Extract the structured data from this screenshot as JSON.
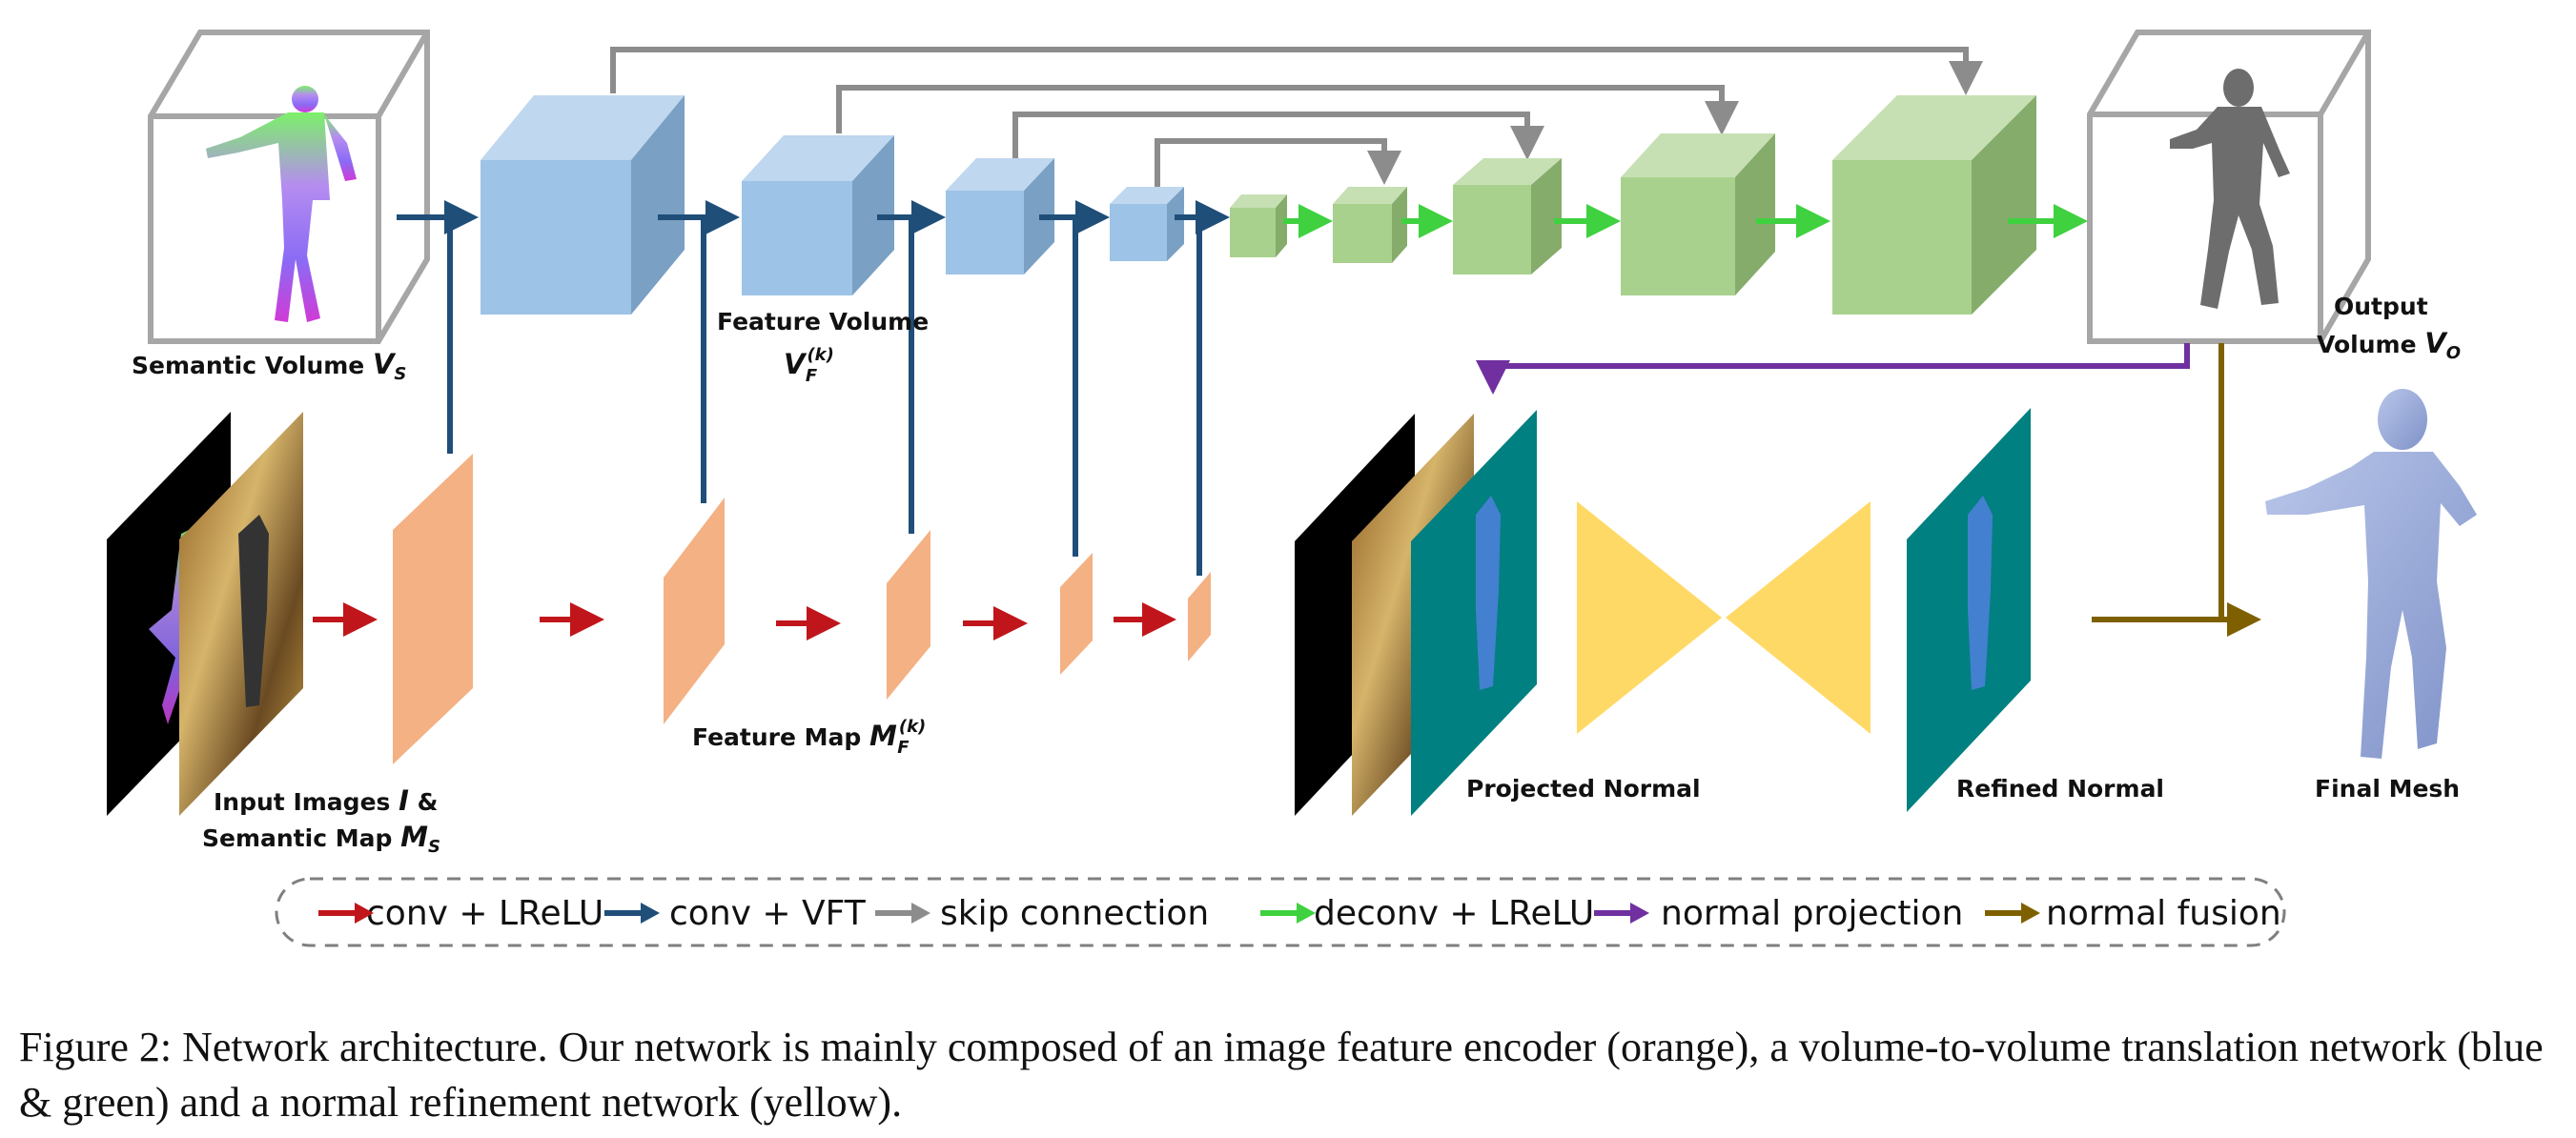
{
  "labels": {
    "semantic_volume": "Semantic Volume ",
    "semantic_volume_math": "V",
    "semantic_volume_sub": "S",
    "feature_volume": "Feature Volume",
    "feature_volume_math": "V",
    "feature_volume_sub": "F",
    "feature_volume_sup": "(k)",
    "output_volume_1": "Output",
    "output_volume_2": "Volume ",
    "output_volume_math": "V",
    "output_volume_sub": "O",
    "input_images_1": "Input Images ",
    "input_images_math": "I",
    "input_images_amp": " &",
    "semantic_map": "Semantic Map ",
    "semantic_map_math": "M",
    "semantic_map_sub": "S",
    "feature_map": "Feature Map ",
    "feature_map_math": "M",
    "feature_map_sub": "F",
    "feature_map_sup": "(k)",
    "projected_normal": "Projected Normal",
    "refined_normal": "Refined  Normal",
    "final_mesh": "Final Mesh"
  },
  "legend": [
    {
      "label": "conv + LReLU",
      "color": "#c0161b"
    },
    {
      "label": "conv + VFT",
      "color": "#1f4e79"
    },
    {
      "label": "skip connection",
      "color": "#8c8c8c"
    },
    {
      "label": "deconv + LReLU",
      "color": "#3fd13f"
    },
    {
      "label": "normal projection",
      "color": "#7030a0"
    },
    {
      "label": "normal fusion",
      "color": "#7f6000"
    }
  ],
  "colors": {
    "encoder": "#f4b183",
    "volume_blue": "#9dc3e6",
    "volume_green": "#a9d18e",
    "refine": "#ffd966",
    "normal_map": "#008080",
    "frame": "#a6a6a6"
  },
  "caption": "Figure 2: Network architecture. Our network is mainly composed of an image feature encoder (orange), a volume-to-volume translation network (blue & green) and a normal refinement network (yellow)."
}
